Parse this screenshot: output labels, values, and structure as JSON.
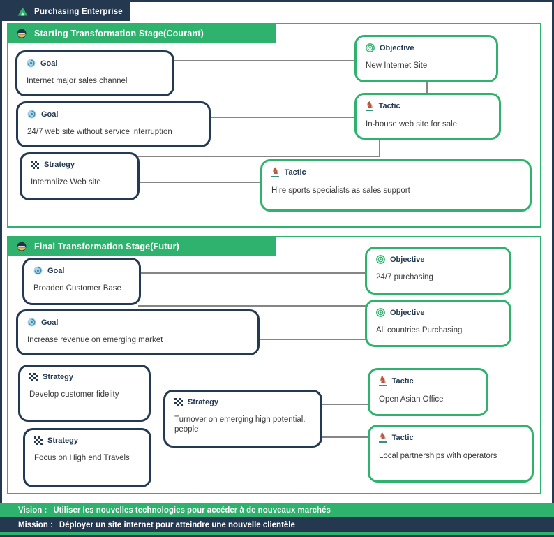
{
  "app": {
    "title": "Purchasing Enterprise"
  },
  "sections": {
    "starting": {
      "title": "Starting Transformation Stage(Courant)"
    },
    "final": {
      "title": "Final Transformation Stage(Futur)"
    }
  },
  "nodes": {
    "s1_goal_internet": {
      "label": "Goal",
      "text": "Internet major sales channel"
    },
    "s1_goal_247": {
      "label": "Goal",
      "text": "24/7 web site without service interruption"
    },
    "s1_strategy_internalize": {
      "label": "Strategy",
      "text": "Internalize Web site"
    },
    "s1_objective_new_site": {
      "label": "Objective",
      "text": "New Internet Site"
    },
    "s1_tactic_inhouse": {
      "label": "Tactic",
      "text": "In-house web site for sale"
    },
    "s1_tactic_hire": {
      "label": "Tactic",
      "text": "Hire sports specialists as sales support"
    },
    "s2_goal_broaden": {
      "label": "Goal",
      "text": "Broaden Customer Base"
    },
    "s2_goal_increase": {
      "label": "Goal",
      "text": "Increase revenue on emerging market"
    },
    "s2_strategy_fidelity": {
      "label": "Strategy",
      "text": "Develop customer fidelity"
    },
    "s2_strategy_turnover": {
      "label": "Strategy",
      "text": "Turnover on emerging high potential. people"
    },
    "s2_strategy_focus": {
      "label": "Strategy",
      "text": "Focus on High end Travels"
    },
    "s2_objective_247": {
      "label": "Objective",
      "text": "24/7 purchasing"
    },
    "s2_objective_all": {
      "label": "Objective",
      "text": "All countries Purchasing"
    },
    "s2_tactic_asian": {
      "label": "Tactic",
      "text": "Open Asian Office"
    },
    "s2_tactic_local": {
      "label": "Tactic",
      "text": "Local partnerships with operators"
    }
  },
  "footer": {
    "vision_label": "Vision :",
    "vision_text": "Utiliser les nouvelles technologies pour accéder à de nouveaux marchés",
    "mission_label": "Mission :",
    "mission_text": "Déployer un site internet pour atteindre une nouvelle clientèle"
  },
  "colors": {
    "green": "#2fb26d",
    "navy": "#243850",
    "line": "#858585"
  }
}
